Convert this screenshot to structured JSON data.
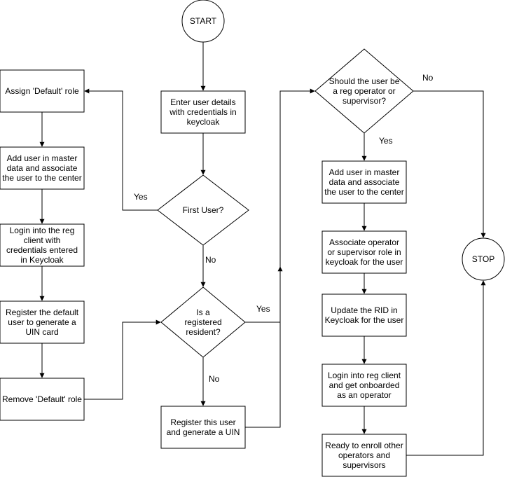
{
  "nodes": {
    "start": "START",
    "stop": "STOP",
    "enter_user": "Enter user details with credentials in keycloak",
    "first_user": "First User?",
    "registered": "Is  a registered resident?",
    "register_uin": "Register this user and generate a UIN",
    "assign_default": "Assign 'Default' role",
    "add_master_left": "Add user in master data and associate the user to the center",
    "login_reg": "Login into the reg client with credentials entered in Keycloak",
    "register_default": "Register the default user to generate a UIN card",
    "remove_default": "Remove 'Default' role",
    "should_be_reg": "Should the user be a reg operator or supervisor?",
    "add_master_right": "Add user in master data and associate the user to  the center",
    "associate_role": "Associate operator or supervisor role in keycloak for the user",
    "update_rid": "Update the RID in Keycloak for the user",
    "login_onboard": "Login into reg client and get onboarded as an operator",
    "ready_enroll": "Ready to enroll other operators and supervisors"
  },
  "edge_labels": {
    "first_yes": "Yes",
    "first_no": "No",
    "registered_yes": "Yes",
    "registered_no": "No",
    "should_yes": "Yes",
    "should_no": "No"
  }
}
